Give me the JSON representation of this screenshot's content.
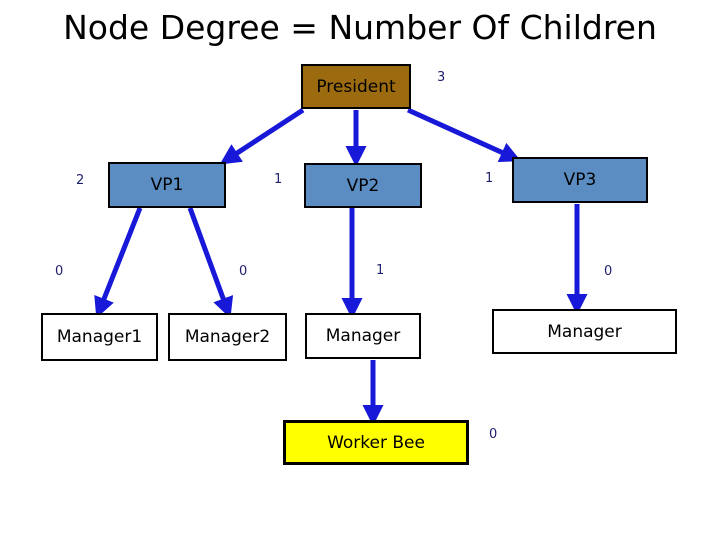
{
  "slide": {
    "title": "Node Degree = Number Of Children",
    "background": "#ffffff"
  },
  "colors": {
    "president_fill": "#9c6b10",
    "vp_fill": "#5b8dc2",
    "plain_fill": "#ffffff",
    "worker_fill": "#ffff00",
    "border": "#000000",
    "edge": "#1818d8",
    "degree_label": "#1f1f6e",
    "title_text": "#000000"
  },
  "nodes": {
    "president": {
      "label": "President",
      "degree": "3"
    },
    "vp1": {
      "label": "VP1",
      "degree": "2"
    },
    "vp2": {
      "label": "VP2",
      "degree": "1"
    },
    "vp3": {
      "label": "VP3",
      "degree": "1"
    },
    "manager1": {
      "label": "Manager1",
      "degree": "0"
    },
    "manager2": {
      "label": "Manager2",
      "degree": "0"
    },
    "manager3": {
      "label": "Manager",
      "degree": "1"
    },
    "manager4": {
      "label": "Manager",
      "degree": "0"
    },
    "worker": {
      "label": "Worker Bee",
      "degree": "0"
    }
  },
  "edges": [
    {
      "from": "president",
      "to": "vp1"
    },
    {
      "from": "president",
      "to": "vp2"
    },
    {
      "from": "president",
      "to": "vp3"
    },
    {
      "from": "vp1",
      "to": "manager1"
    },
    {
      "from": "vp1",
      "to": "manager2"
    },
    {
      "from": "vp2",
      "to": "manager3"
    },
    {
      "from": "vp3",
      "to": "manager4"
    },
    {
      "from": "manager3",
      "to": "worker"
    }
  ]
}
